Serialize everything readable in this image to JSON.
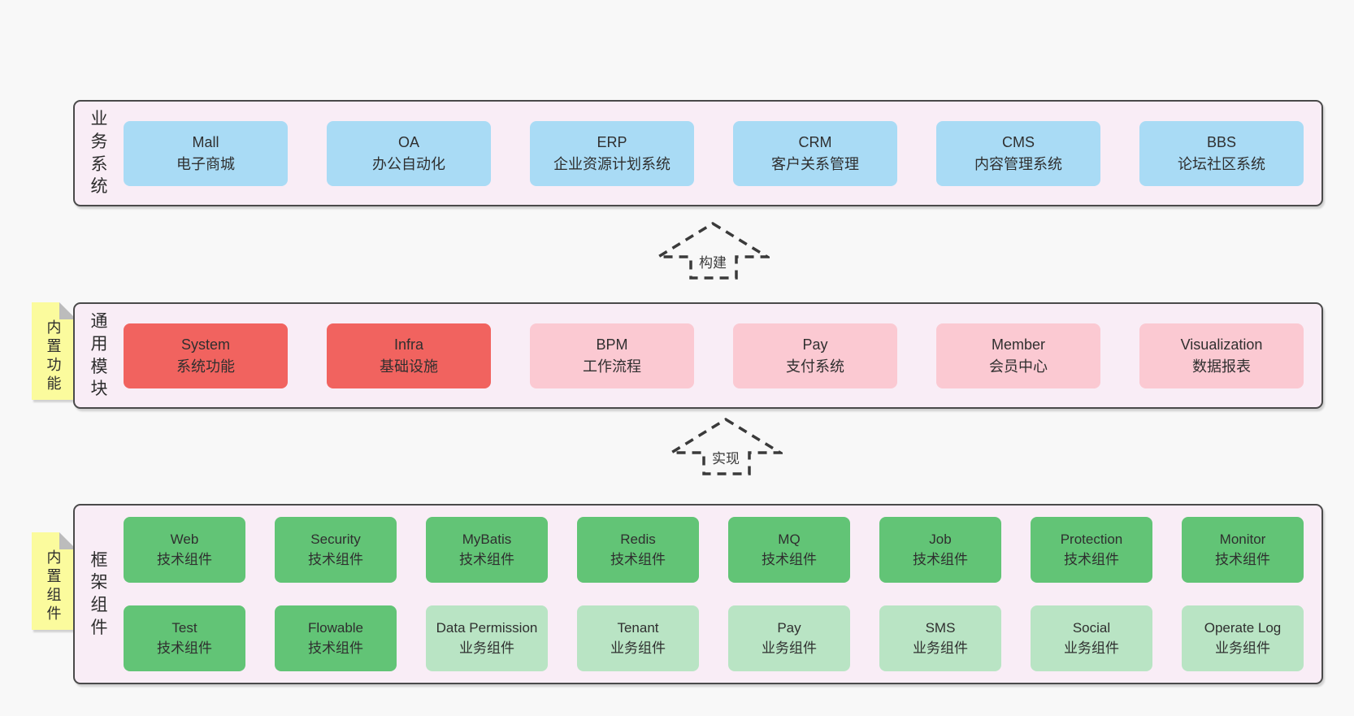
{
  "colors": {
    "page_bg": "#f8f8f8",
    "layer_bg": "#f9edf6",
    "layer_border": "#4a4a4a",
    "blue_box": "#a9dbf5",
    "red_box": "#f1635f",
    "pink_box": "#fbc9d2",
    "green_box": "#62c476",
    "light_green_box": "#b9e4c4",
    "note_bg": "#fbfb9d",
    "note_fold": "#bcbcbc",
    "text": "#2f2f2f"
  },
  "layers": [
    {
      "label": "业务系统",
      "boxes": [
        {
          "name": "Mall",
          "desc": "电子商城"
        },
        {
          "name": "OA",
          "desc": "办公自动化"
        },
        {
          "name": "ERP",
          "desc": "企业资源计划系统"
        },
        {
          "name": "CRM",
          "desc": "客户关系管理"
        },
        {
          "name": "CMS",
          "desc": "内容管理系统"
        },
        {
          "name": "BBS",
          "desc": "论坛社区系统"
        }
      ]
    },
    {
      "label": "通用模块",
      "note": "内置功能",
      "boxes": [
        {
          "name": "System",
          "desc": "系统功能"
        },
        {
          "name": "Infra",
          "desc": "基础设施"
        },
        {
          "name": "BPM",
          "desc": "工作流程"
        },
        {
          "name": "Pay",
          "desc": "支付系统"
        },
        {
          "name": "Member",
          "desc": "会员中心"
        },
        {
          "name": "Visualization",
          "desc": "数据报表"
        }
      ]
    },
    {
      "label": "框架组件",
      "note": "内置组件",
      "rows": [
        [
          {
            "name": "Web",
            "desc": "技术组件"
          },
          {
            "name": "Security",
            "desc": "技术组件"
          },
          {
            "name": "MyBatis",
            "desc": "技术组件"
          },
          {
            "name": "Redis",
            "desc": "技术组件"
          },
          {
            "name": "MQ",
            "desc": "技术组件"
          },
          {
            "name": "Job",
            "desc": "技术组件"
          },
          {
            "name": "Protection",
            "desc": "技术组件"
          },
          {
            "name": "Monitor",
            "desc": "技术组件"
          }
        ],
        [
          {
            "name": "Test",
            "desc": "技术组件"
          },
          {
            "name": "Flowable",
            "desc": "技术组件"
          },
          {
            "name": "Data Permission",
            "desc": "业务组件"
          },
          {
            "name": "Tenant",
            "desc": "业务组件"
          },
          {
            "name": "Pay",
            "desc": "业务组件"
          },
          {
            "name": "SMS",
            "desc": "业务组件"
          },
          {
            "name": "Social",
            "desc": "业务组件"
          },
          {
            "name": "Operate Log",
            "desc": "业务组件"
          }
        ]
      ]
    }
  ],
  "arrows": [
    {
      "label": "构建"
    },
    {
      "label": "实现"
    }
  ]
}
